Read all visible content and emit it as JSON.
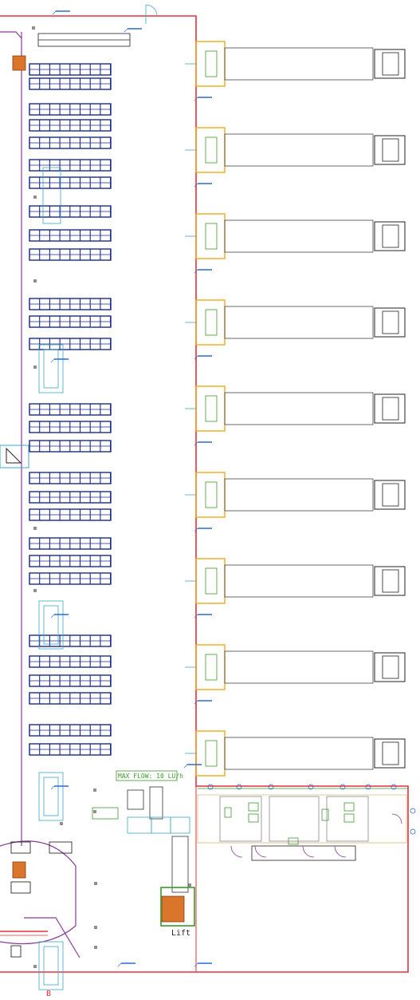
{
  "labels": {
    "max_flow": "MAX FLOW: 10 LU/h",
    "lift": "Lift",
    "zone_b": "B"
  },
  "colors": {
    "wall": "#e8303a",
    "rack": "#1b2a8c",
    "dock": "#f2a81d",
    "aisle": "#8a3a9a",
    "fire": "#3aa8c8",
    "label": "#2a6bd1",
    "green": "#3a9a2a",
    "trailer": "#444444"
  },
  "dock_doors": [
    {
      "name": "door-1"
    },
    {
      "name": "door-2"
    },
    {
      "name": "door-3"
    },
    {
      "name": "door-4"
    },
    {
      "name": "door-5"
    },
    {
      "name": "door-6"
    },
    {
      "name": "door-7"
    },
    {
      "name": "door-8"
    },
    {
      "name": "door-9"
    }
  ]
}
